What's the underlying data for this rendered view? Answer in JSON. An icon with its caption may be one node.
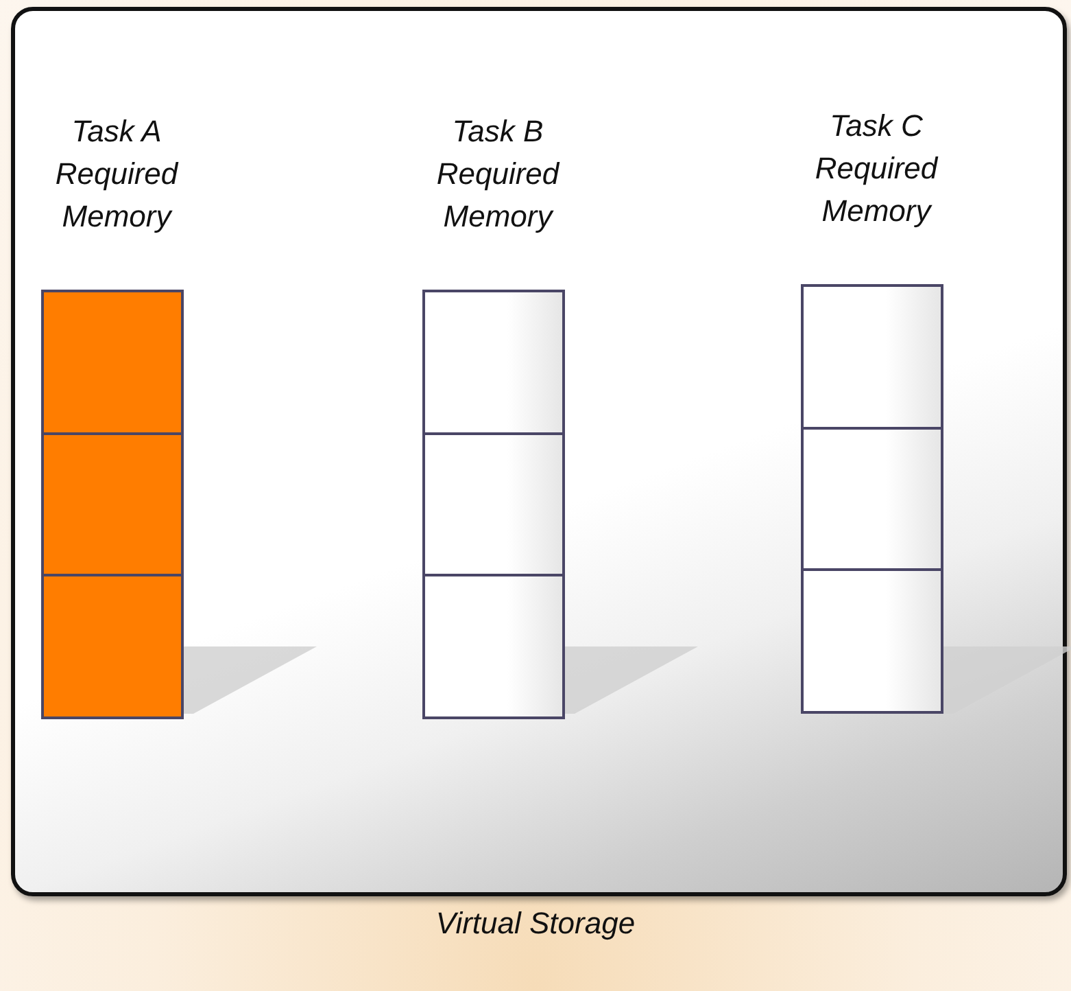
{
  "diagram": {
    "nodes": [
      {
        "text": [
          "Virtual Storage"
        ]
      },
      {
        "text": [
          "Task A Required Memory"
        ],
        "in": 0
      },
      {
        "text": [],
        "shape": "box",
        "in": 1
      },
      {
        "text": [],
        "shape": "box",
        "in": 1
      },
      {
        "text": [],
        "shape": "box",
        "in": 1
      },
      {
        "text": [
          "Task B Required Memory"
        ],
        "in": 0
      },
      {
        "text": [],
        "shape": "box",
        "in": 5
      },
      {
        "text": [],
        "shape": "box",
        "in": 5
      },
      {
        "text": [],
        "shape": "box",
        "in": 5
      },
      {
        "text": [
          "Task C Required Memory"
        ],
        "in": 0
      },
      {
        "text": [],
        "shape": "box",
        "in": 9
      },
      {
        "text": [],
        "shape": "box",
        "in": 9
      },
      {
        "text": [],
        "shape": "box",
        "in": 9
      }
    ]
  }
}
